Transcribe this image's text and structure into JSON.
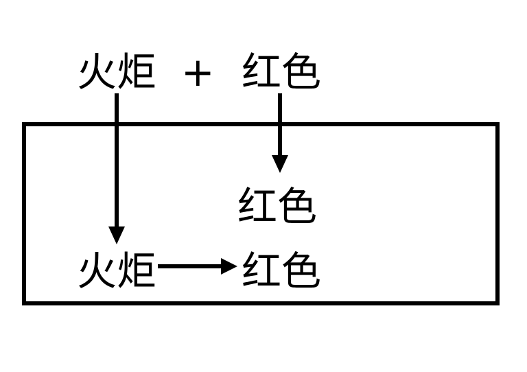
{
  "top": {
    "left_term": "火炬",
    "operator": "+",
    "right_term": "红色"
  },
  "box": {
    "middle_term": "红色",
    "bottom_left_term": "火炬",
    "bottom_right_term": "红色"
  },
  "colors": {
    "stroke": "#000000",
    "background": "#ffffff"
  }
}
